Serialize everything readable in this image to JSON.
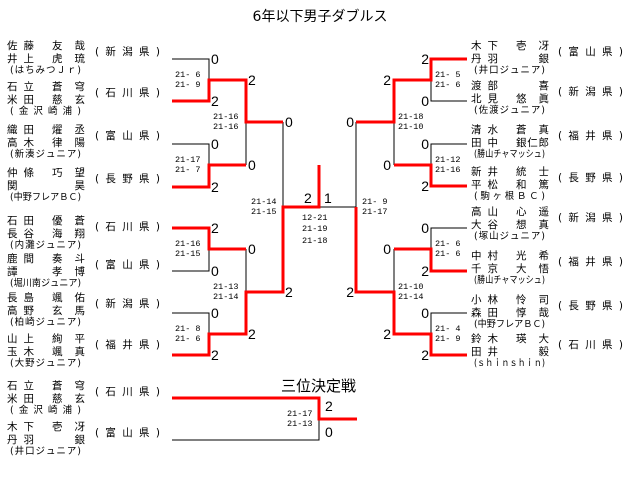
{
  "title": "6年以下男子ダブルス",
  "colors": {
    "winner_line": "#ff0000",
    "line": "#000000",
    "background": "#ffffff"
  },
  "left_teams": [
    {
      "players": [
        {
          "surname": "佐藤",
          "given": "友哉"
        },
        {
          "surname": "井上",
          "given": "虎琉"
        }
      ],
      "club": "(はちみつＪｒ)",
      "prefecture": "(新潟県)"
    },
    {
      "players": [
        {
          "surname": "石立",
          "given": "蒼穹"
        },
        {
          "surname": "米田",
          "given": "慈玄"
        }
      ],
      "club": "(金沢崎浦)",
      "prefecture": "(石川県)"
    },
    {
      "players": [
        {
          "surname": "織田",
          "given": "燿丞"
        },
        {
          "surname": "高木",
          "given": "律陽"
        }
      ],
      "club": "(新湊ジュニア)",
      "prefecture": "(富山県)"
    },
    {
      "players": [
        {
          "surname": "仲條",
          "given": "巧望"
        },
        {
          "surname": "関",
          "given": "昊"
        }
      ],
      "club": "(中野フレアＢＣ)",
      "prefecture": "(長野県)"
    },
    {
      "players": [
        {
          "surname": "石田",
          "given": "優蒼"
        },
        {
          "surname": "長谷",
          "given": "海翔"
        }
      ],
      "club": "(内灘ジュニア)",
      "prefecture": "(石川県)"
    },
    {
      "players": [
        {
          "surname": "鹿間",
          "given": "奏斗"
        },
        {
          "surname": "譚",
          "given": "孝博"
        }
      ],
      "club": "(堀川南ジュニア)",
      "prefecture": "(富山県)"
    },
    {
      "players": [
        {
          "surname": "長島",
          "given": "颯佑"
        },
        {
          "surname": "高野",
          "given": "玄馬"
        }
      ],
      "club": "(柏崎ジュニア)",
      "prefecture": "(新潟県)"
    },
    {
      "players": [
        {
          "surname": "山上",
          "given": "絢平"
        },
        {
          "surname": "玉木",
          "given": "颯真"
        }
      ],
      "club": "(大野ジュニア)",
      "prefecture": "(福井県)"
    }
  ],
  "right_teams": [
    {
      "players": [
        {
          "surname": "木下",
          "given": "壱冴"
        },
        {
          "surname": "丹羽",
          "given": "銀"
        }
      ],
      "club": "(井口ジュニア)",
      "prefecture": "(富山県)"
    },
    {
      "players": [
        {
          "surname": "渡部",
          "given": "喜"
        },
        {
          "surname": "北見",
          "given": "悠眞"
        }
      ],
      "club": "(佐渡ジュニア)",
      "prefecture": "(新潟県)"
    },
    {
      "players": [
        {
          "surname": "清水",
          "given": "蒼真"
        },
        {
          "surname": "田中",
          "given": "銀仁郎"
        }
      ],
      "club": "(勝山チャマッシュ)",
      "prefecture": "(福井県)"
    },
    {
      "players": [
        {
          "surname": "新井",
          "given": "統士"
        },
        {
          "surname": "平松",
          "given": "和篤"
        }
      ],
      "club": "(駒ヶ根ＢＣ)",
      "prefecture": "(長野県)"
    },
    {
      "players": [
        {
          "surname": "高山",
          "given": "心遥"
        },
        {
          "surname": "大谷",
          "given": "想真"
        }
      ],
      "club": "(塚山ジュニア)",
      "prefecture": "(新潟県)"
    },
    {
      "players": [
        {
          "surname": "中村",
          "given": "光希"
        },
        {
          "surname": "千京",
          "given": "大悟"
        }
      ],
      "club": "(勝山チャマッシュ)",
      "prefecture": "(福井県)"
    },
    {
      "players": [
        {
          "surname": "小林",
          "given": "怜司"
        },
        {
          "surname": "森田",
          "given": "惇哉"
        }
      ],
      "club": "(中野フレアＢＣ)",
      "prefecture": "(長野県)"
    },
    {
      "players": [
        {
          "surname": "鈴木",
          "given": "瑛大"
        },
        {
          "surname": "田井",
          "given": "毅"
        }
      ],
      "club": "(ｓｈｉｎｓｈｉｎ)",
      "prefecture": "(石川県)"
    }
  ],
  "bracket": {
    "left": {
      "round1": [
        {
          "top_score": "0",
          "bottom_score": "2",
          "games": [
            "21- 6",
            "21- 9"
          ]
        },
        {
          "top_score": "0",
          "bottom_score": "2",
          "games": [
            "21-17",
            "21- 7"
          ]
        },
        {
          "top_score": "2",
          "bottom_score": "0",
          "games": [
            "21-16",
            "21-15"
          ]
        },
        {
          "top_score": "0",
          "bottom_score": "2",
          "games": [
            "21- 8",
            "21- 6"
          ]
        }
      ],
      "round2": [
        {
          "top_score": "2",
          "bottom_score": "0",
          "games": [
            "21-16",
            "21-16"
          ]
        },
        {
          "top_score": "0",
          "bottom_score": "2",
          "games": [
            "21-13",
            "21-14"
          ]
        }
      ],
      "semifinal": {
        "top_score": "0",
        "bottom_score": "2",
        "games": [
          "21-14",
          "21-15"
        ]
      }
    },
    "right": {
      "round1": [
        {
          "top_score": "2",
          "bottom_score": "0",
          "games": [
            "21- 5",
            "21- 6"
          ]
        },
        {
          "top_score": "0",
          "bottom_score": "2",
          "games": [
            "21-12",
            "21-16"
          ]
        },
        {
          "top_score": "0",
          "bottom_score": "2",
          "games": [
            "21- 6",
            "21- 6"
          ]
        },
        {
          "top_score": "0",
          "bottom_score": "2",
          "games": [
            "21- 4",
            "21- 9"
          ]
        }
      ],
      "round2": [
        {
          "top_score": "2",
          "bottom_score": "0",
          "games": [
            "21-18",
            "21-10"
          ]
        },
        {
          "top_score": "0",
          "bottom_score": "2",
          "games": [
            "21-10",
            "21-14"
          ]
        }
      ],
      "semifinal": {
        "top_score": "0",
        "bottom_score": "2",
        "games": [
          "21- 9",
          "21-17"
        ]
      }
    },
    "final": {
      "left_score": "2",
      "right_score": "1",
      "games": [
        "12-21",
        "21-19",
        "21-18"
      ]
    }
  },
  "third_place": {
    "title": "三位決定戦",
    "teams": [
      {
        "players": [
          {
            "surname": "石立",
            "given": "蒼穹"
          },
          {
            "surname": "米田",
            "given": "慈玄"
          }
        ],
        "club": "(金沢崎浦)",
        "prefecture": "(石川県)"
      },
      {
        "players": [
          {
            "surname": "木下",
            "given": "壱冴"
          },
          {
            "surname": "丹羽",
            "given": "銀"
          }
        ],
        "club": "(井口ジュニア)",
        "prefecture": "(富山県)"
      }
    ],
    "top_score": "2",
    "bottom_score": "0",
    "games": [
      "21-17",
      "21-13"
    ]
  }
}
